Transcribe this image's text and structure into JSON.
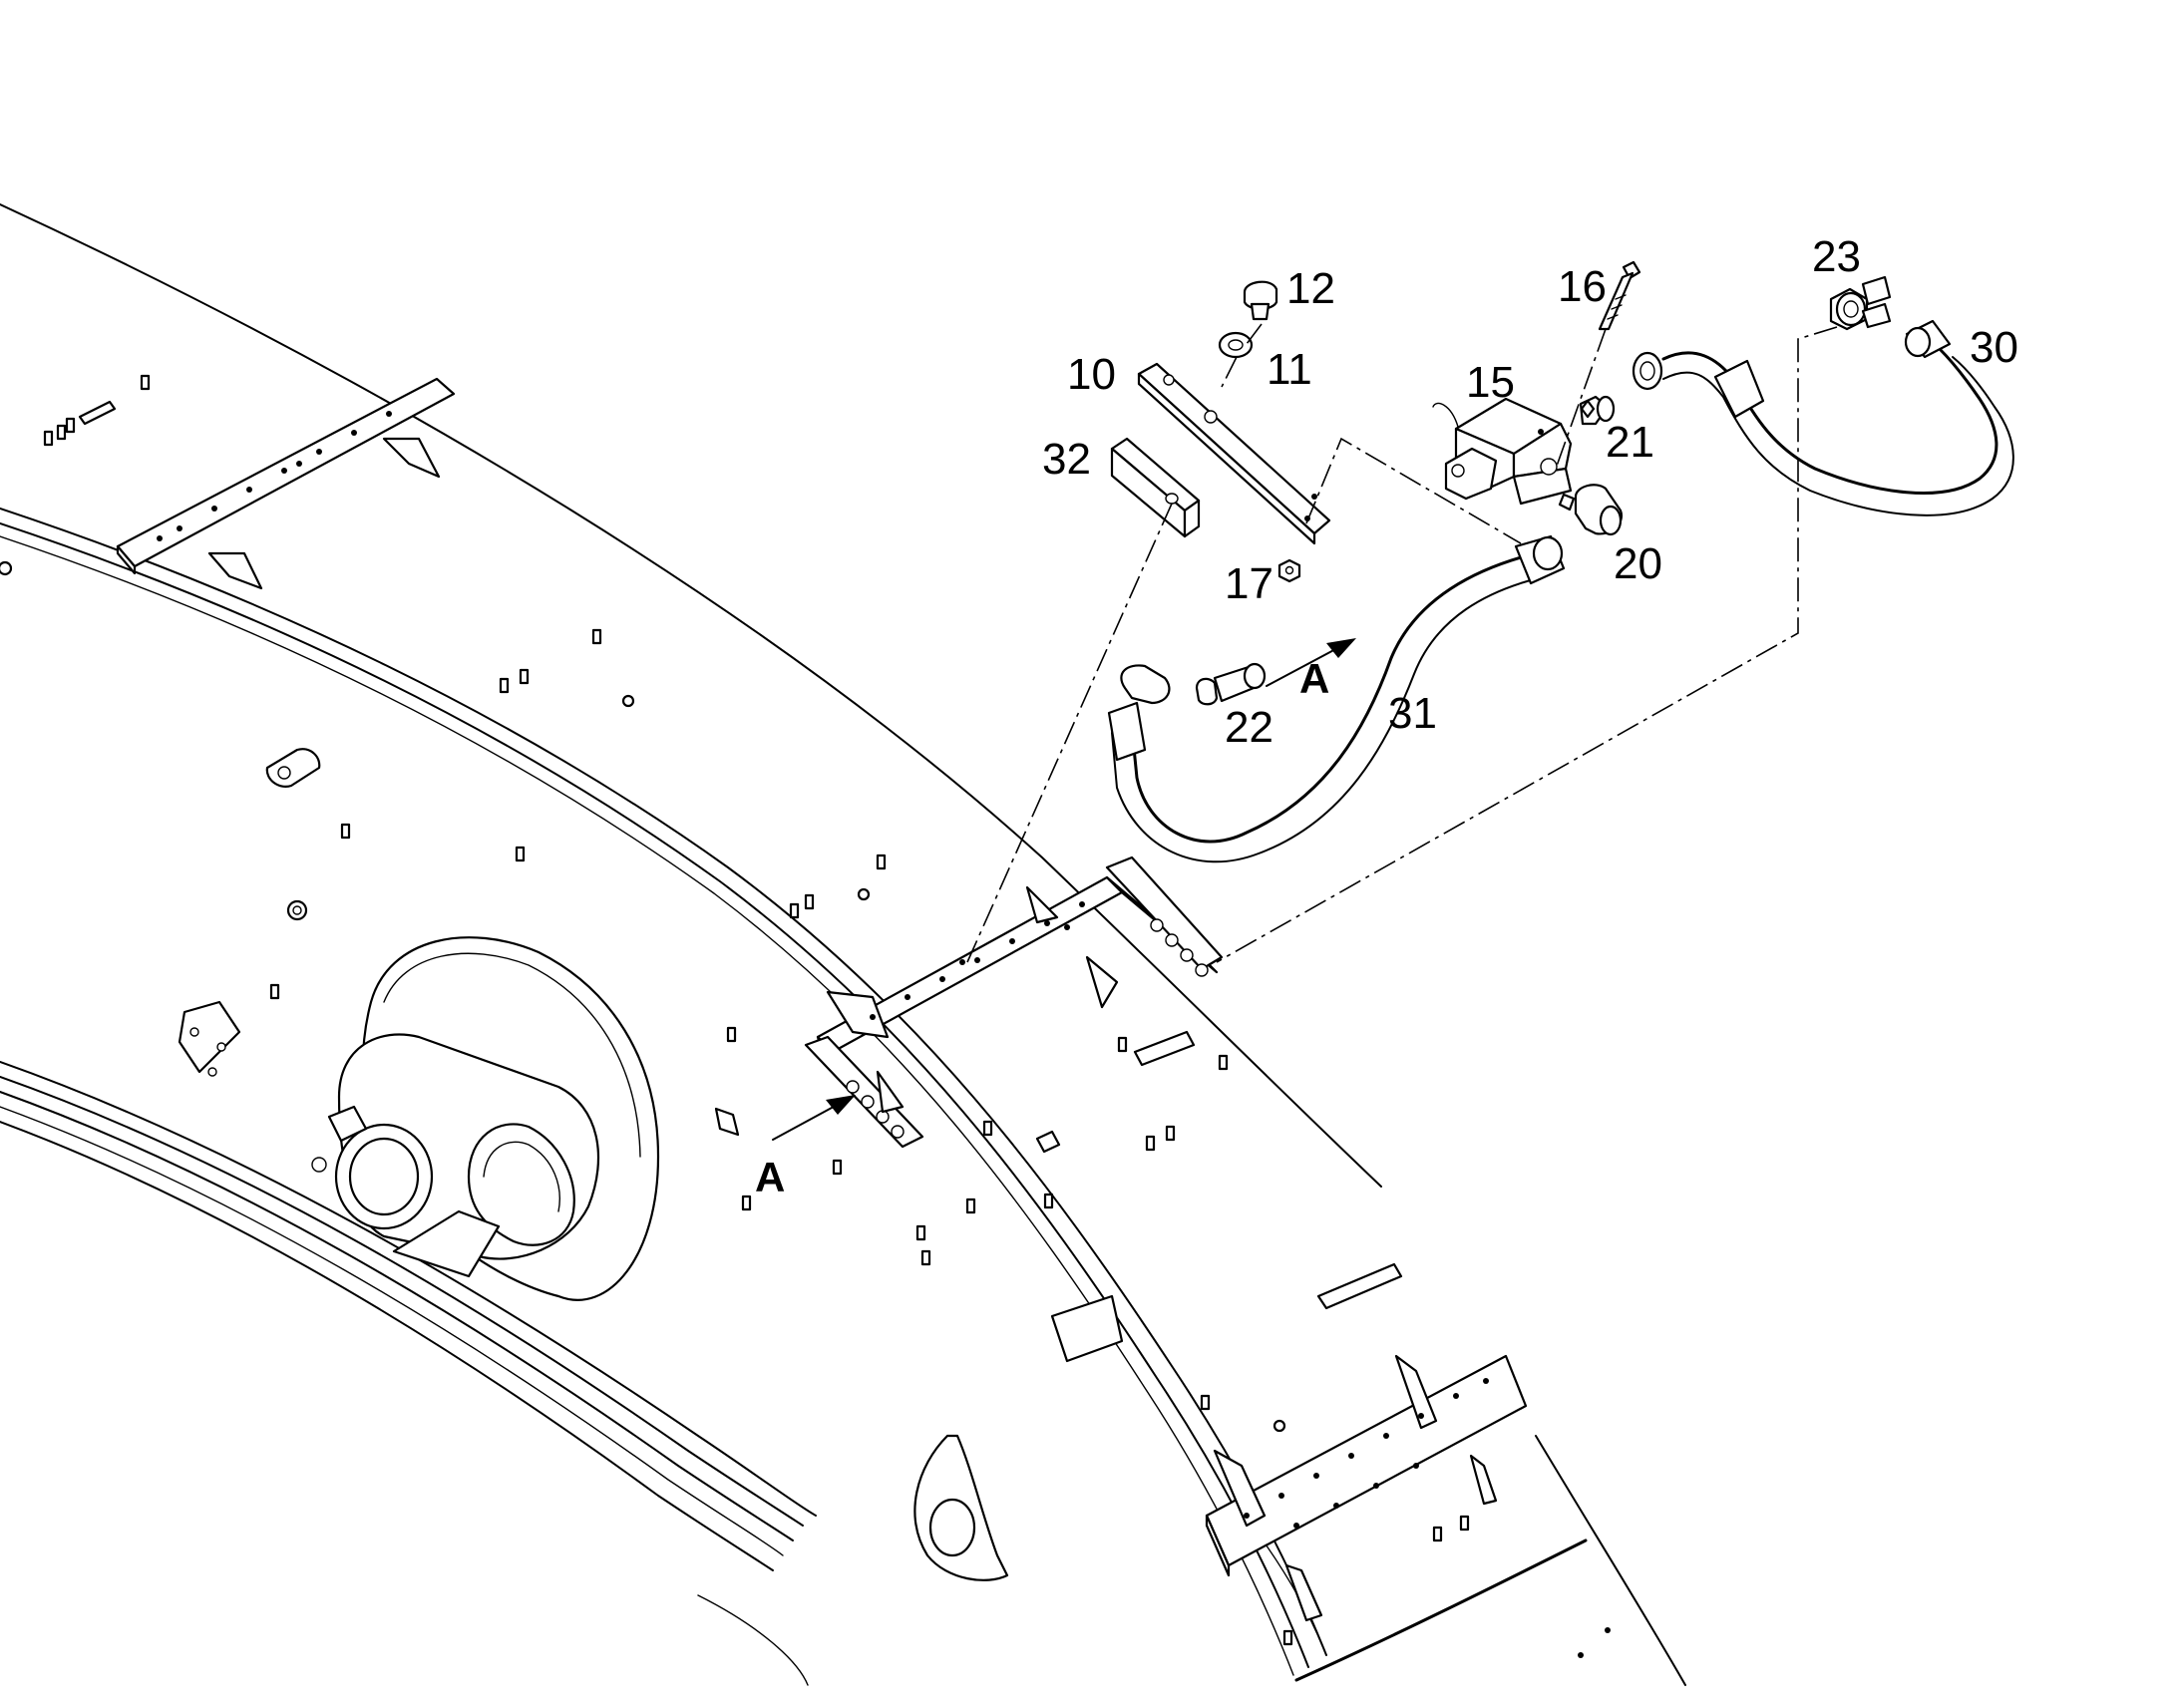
{
  "callouts": {
    "c10": "10",
    "c11": "11",
    "c12": "12",
    "c15": "15",
    "c16": "16",
    "c17": "17",
    "c20": "20",
    "c21": "21",
    "c22": "22",
    "c23": "23",
    "c30": "30",
    "c31": "31",
    "c32": "32"
  },
  "view_markers": {
    "upper": "A",
    "lower": "A"
  },
  "colors": {
    "line": "#000000",
    "background": "#ffffff"
  }
}
